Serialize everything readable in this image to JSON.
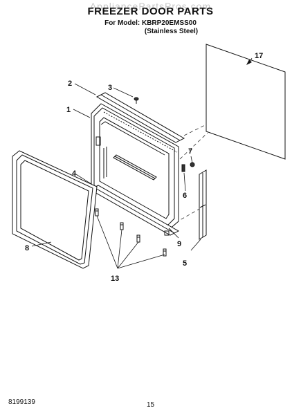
{
  "header": {
    "watermark": "AppliancePartsPros.com",
    "title": "FREEZER DOOR PARTS",
    "model_line": "For Model: KBRP20EMSS00",
    "material_line": "(Stainless Steel)"
  },
  "callouts": {
    "c1": "1",
    "c2": "2",
    "c3": "3",
    "c4": "4",
    "c5": "5",
    "c6": "6",
    "c7": "7",
    "c8": "8",
    "c9": "9",
    "c13": "13",
    "c17": "17"
  },
  "footer": {
    "doc_number": "8199139",
    "page_number": "15"
  }
}
